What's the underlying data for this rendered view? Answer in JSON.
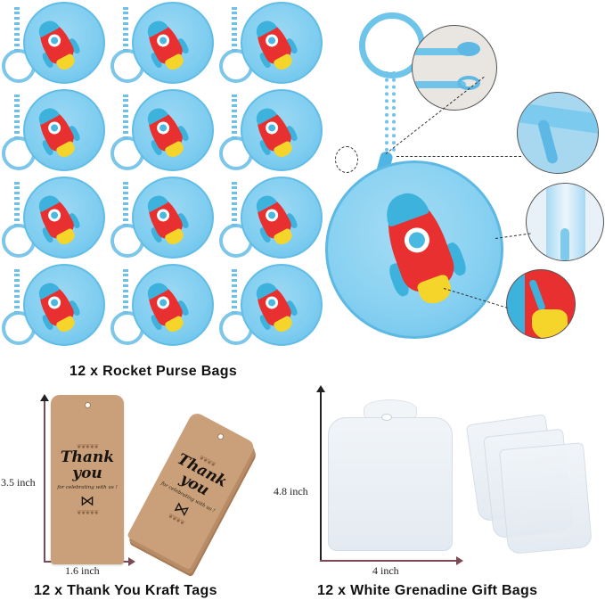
{
  "products": {
    "purse_bags": {
      "quantity": "12",
      "caption": "12 x Rocket Purse Bags",
      "grid_rows": 4,
      "grid_cols": 3,
      "colors": {
        "bag": "#7fcdf0",
        "rocket_body": "#e7302f",
        "rocket_accent": "#3cb2dd",
        "flame": "#f6d52a"
      },
      "detail_views": [
        "lobster-clasp",
        "zipper-pull",
        "zipper-track",
        "rocket-patch"
      ]
    },
    "kraft_tags": {
      "quantity": "12",
      "caption": "12 x  Thank You Kraft Tags",
      "tag_text_line1": "Thank",
      "tag_text_line2": "you",
      "tag_text_line3": "for celebrating with us !",
      "height_label": "3.5 inch",
      "width_label": "1.6 inch",
      "color": "#c9a07a"
    },
    "gift_bags": {
      "quantity": "12",
      "caption": "12 x  White Grenadine Gift Bags",
      "height_label": "4.8 inch",
      "width_label": "4 inch"
    }
  }
}
